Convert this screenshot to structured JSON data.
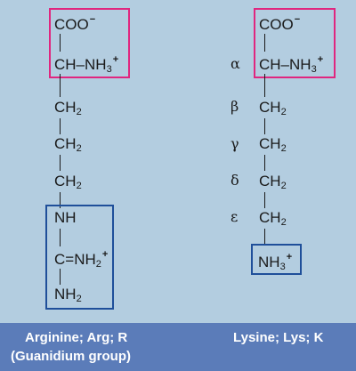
{
  "arginine": {
    "carboxyl": "COO",
    "carboxyl_charge": "−",
    "alpha_carbon": "CH–NH",
    "alpha_sub": "3",
    "alpha_charge": "+",
    "chain": [
      "CH",
      "CH",
      "CH"
    ],
    "chain_sub": "2",
    "guanidino_nh": "NH",
    "guanidino_c": "C=NH",
    "guanidino_c_sub": "2",
    "guanidino_c_charge": "+",
    "guanidino_nh2": "NH",
    "guanidino_nh2_sub": "2"
  },
  "lysine": {
    "carboxyl": "COO",
    "carboxyl_charge": "−",
    "alpha_carbon": "CH–NH",
    "alpha_sub": "3",
    "alpha_charge": "+",
    "chain": [
      "CH",
      "CH",
      "CH",
      "CH"
    ],
    "chain_sub": "2",
    "amino": "NH",
    "amino_sub": "3",
    "amino_charge": "+"
  },
  "greek_labels": [
    "α",
    "β",
    "γ",
    "δ",
    "ε"
  ],
  "captions": {
    "arginine_line1": "Arginine; Arg; R",
    "arginine_line2": "(Guanidium group)",
    "lysine_line1": "Lysine; Lys; K"
  },
  "colors": {
    "background": "#b3cde0",
    "footer": "#5b7cb9",
    "alpha_box": "#e0267f",
    "side_group_box": "#1f4f9a"
  }
}
